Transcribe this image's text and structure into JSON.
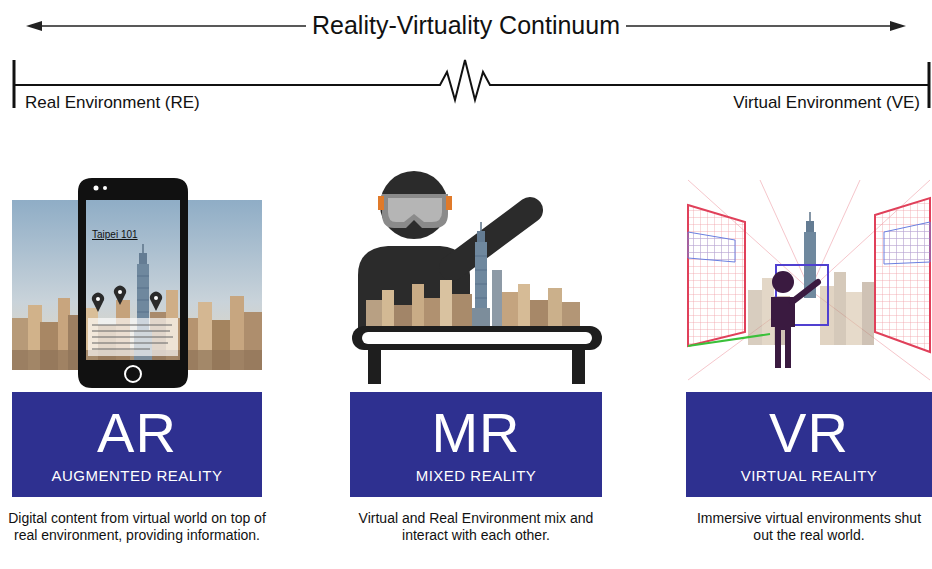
{
  "diagram": {
    "title": "Reality-Virtuality Continuum",
    "nodes": [
      {
        "text": [
          "AR",
          "AUGMENTED REALITY"
        ]
      },
      {
        "text": [
          "MR",
          "MIXED REALITY"
        ]
      },
      {
        "text": [
          "VR",
          "VIRTUAL REALITY"
        ]
      }
    ],
    "labels": [
      "Real Environment (RE)",
      "Virtual Environment (VE)",
      "Taipei 101",
      "Digital content from virtual world on top of real environment, providing information.",
      "Virtual and Real Environment mix and interact with each other.",
      "Immersive virtual environments shut out the real world."
    ]
  }
}
